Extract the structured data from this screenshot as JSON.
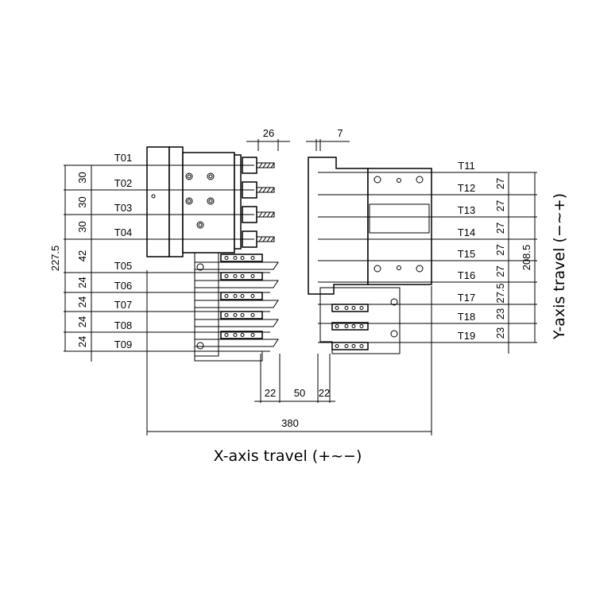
{
  "left_tools": [
    "T01",
    "T02",
    "T03",
    "T04",
    "T05",
    "T06",
    "T07",
    "T08",
    "T09"
  ],
  "left_spacings": [
    "30",
    "30",
    "30",
    "42",
    "24",
    "24",
    "24",
    "24"
  ],
  "left_total": "227.5",
  "right_tools": [
    "T11",
    "T12",
    "T13",
    "T14",
    "T15",
    "T16",
    "T17",
    "T18",
    "T19"
  ],
  "right_spacings": [
    "27",
    "27",
    "27",
    "27",
    "27",
    "27.5",
    "23",
    "23"
  ],
  "right_total": "208.5",
  "top_dims": {
    "drill_offset": "26",
    "gang_offset": "7"
  },
  "bottom_dims": {
    "a": "22",
    "b": "50",
    "c": "22",
    "total": "380"
  },
  "x_axis_label": "X-axis travel (+~−)",
  "y_axis_label": "Y-axis travel (−~+)"
}
